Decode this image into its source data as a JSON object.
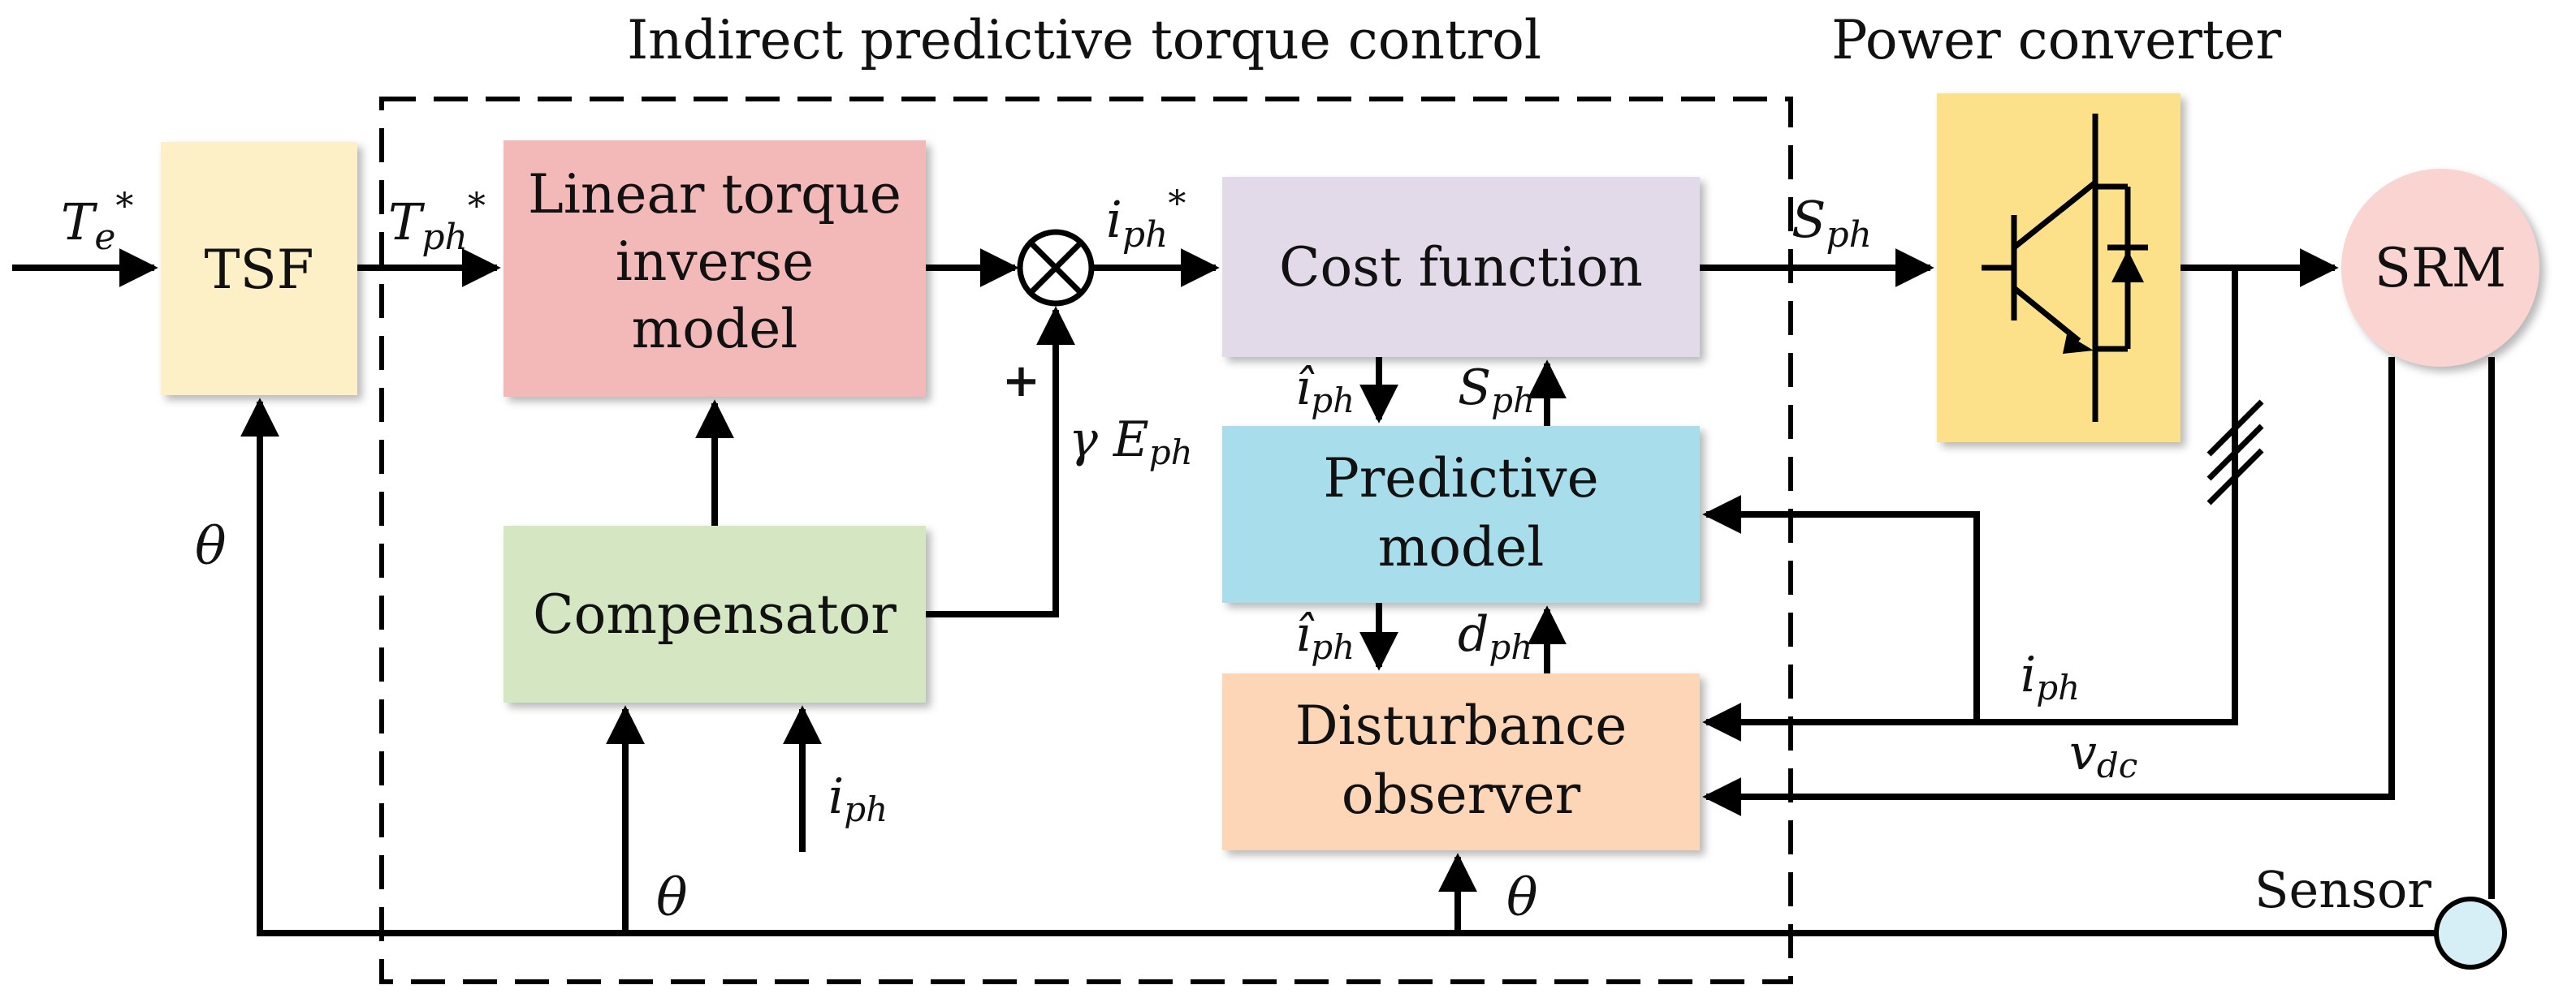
{
  "title": "Indirect predictive torque control",
  "power_converter_title": "Power converter",
  "blocks": {
    "tsf": "TSF",
    "linear_torque": [
      "Linear torque",
      "inverse",
      "model"
    ],
    "compensator": "Compensator",
    "cost_function": "Cost function",
    "predictive_model": [
      "Predictive",
      "model"
    ],
    "disturbance_observer": [
      "Disturbance",
      "observer"
    ],
    "srm": "SRM",
    "sensor": "Sensor"
  },
  "signals": {
    "te_star": {
      "base": "T",
      "sub": "e",
      "sup": "*"
    },
    "tph_star": {
      "base": "T",
      "sub": "ph",
      "sup": "*"
    },
    "iph_star": {
      "base": "i",
      "sub": "ph",
      "sup": "*"
    },
    "sph_out": {
      "base": "S",
      "sub": "ph"
    },
    "iph_hat_top": {
      "base": "î",
      "sub": "ph"
    },
    "sph_up": {
      "base": "S",
      "sub": "ph"
    },
    "iph_hat_bottom": {
      "base": "î",
      "sub": "ph"
    },
    "dph": {
      "base": "d",
      "sub": "ph"
    },
    "gamma_eph": {
      "base": "γ E",
      "sub": "ph"
    },
    "plus_sign": "+",
    "theta_left": "θ",
    "theta_comp": "θ",
    "theta_dob": "θ",
    "iph_comp": {
      "base": "i",
      "sub": "ph"
    },
    "iph_feedback": {
      "base": "i",
      "sub": "ph"
    },
    "vdc": {
      "base": "v",
      "sub": "dc"
    }
  },
  "colors": {
    "tsf_fill": "#fdefc6",
    "linear_torque_fill": "#f3b8b8",
    "compensator_fill": "#d5e6c2",
    "cost_function_fill": "#e2d9e9",
    "predictive_model_fill": "#a8deeb",
    "disturbance_observer_fill": "#fdd5b7",
    "power_converter_fill": "#fde08a",
    "srm_fill": "#f9d4d0",
    "sensor_fill": "#d6eef5"
  }
}
